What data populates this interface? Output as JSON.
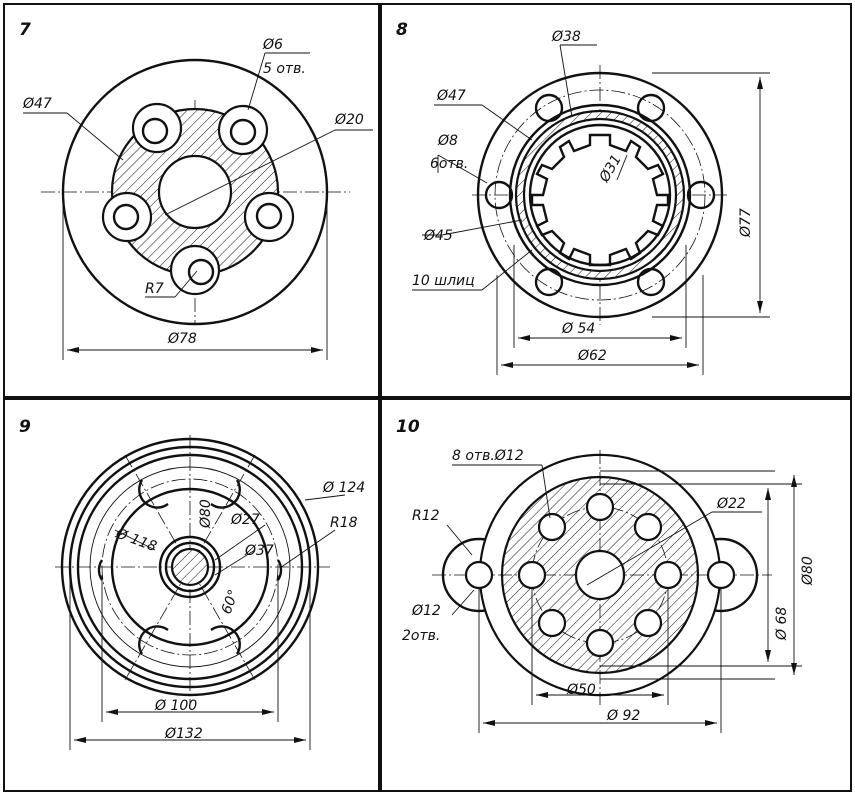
{
  "panels": [
    {
      "number": "7",
      "labels": {
        "d6": "Ø6",
        "holes": "5 отв.",
        "d47": "Ø47",
        "d20": "Ø20",
        "r7": "R7",
        "d78": "Ø78"
      }
    },
    {
      "number": "8",
      "labels": {
        "d38": "Ø38",
        "d47": "Ø47",
        "d8": "Ø8",
        "holes": "6отв.",
        "d31": "Ø31",
        "d77": "Ø77",
        "d45": "Ø45",
        "splines": "10 шлиц",
        "d54": "Ø 54",
        "d62": "Ø62"
      }
    },
    {
      "number": "9",
      "labels": {
        "d124": "Ø 124",
        "d118": "Ø 118",
        "d80": "Ø80",
        "d27": "Ø27",
        "r18": "R18",
        "d37": "Ø37",
        "angle": "60°",
        "d100": "Ø 100",
        "d132": "Ø132"
      }
    },
    {
      "number": "10",
      "labels": {
        "holes8": "8 отв.Ø12",
        "r12": "R12",
        "d22": "Ø22",
        "d80": "Ø80",
        "d68": "Ø 68",
        "d12": "Ø12",
        "holes2": "2отв.",
        "d50": "Ø50",
        "d92": "Ø 92"
      }
    }
  ]
}
